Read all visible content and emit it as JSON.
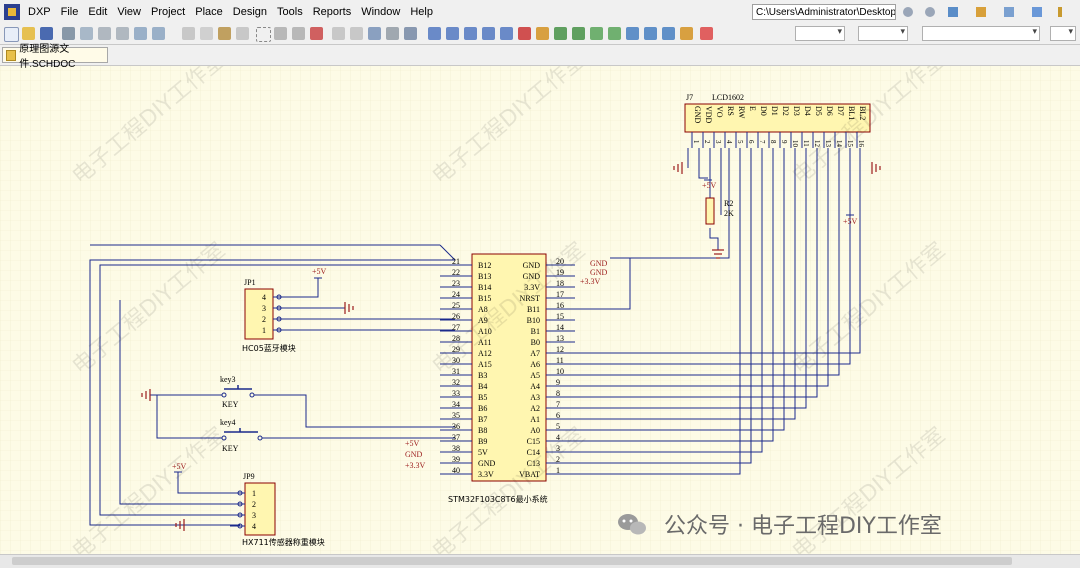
{
  "menu": {
    "items": [
      "DXP",
      "File",
      "Edit",
      "View",
      "Project",
      "Place",
      "Design",
      "Tools",
      "Reports",
      "Window",
      "Help"
    ],
    "path": "C:\\Users\\Administrator\\Desktop"
  },
  "tab": {
    "label": "原理图源文件.SCHDOC"
  },
  "schematic": {
    "j7": {
      "ref": "J7",
      "name": "LCD1602",
      "pins": [
        "GND",
        "VDD",
        "VO",
        "RS",
        "RW",
        "E",
        "D0",
        "D1",
        "D2",
        "D3",
        "D4",
        "D5",
        "D6",
        "D7",
        "BL1",
        "BL2"
      ],
      "nums": [
        "1",
        "2",
        "3",
        "4",
        "5",
        "6",
        "7",
        "8",
        "9",
        "10",
        "11",
        "12",
        "13",
        "14",
        "15",
        "16"
      ]
    },
    "r2": {
      "ref": "R2",
      "value": "2K"
    },
    "power": {
      "p5v": "+5V",
      "gnd": "GND",
      "p33": "+3.3V"
    },
    "jp1": {
      "ref": "JP1",
      "name": "HC05蓝牙模块",
      "pins": [
        "4",
        "3",
        "2",
        "1"
      ]
    },
    "key3": {
      "ref": "key3",
      "name": "KEY"
    },
    "key4": {
      "ref": "key4",
      "name": "KEY"
    },
    "jp9": {
      "ref": "JP9",
      "name": "HX711传感器称重模块",
      "pins": [
        "1",
        "2",
        "3",
        "4"
      ]
    },
    "mcu": {
      "name": "STM32F103C8T6最小系统",
      "left": [
        [
          "21",
          "B12"
        ],
        [
          "22",
          "B13"
        ],
        [
          "23",
          "B14"
        ],
        [
          "24",
          "B15"
        ],
        [
          "25",
          "A8"
        ],
        [
          "26",
          "A9"
        ],
        [
          "27",
          "A10"
        ],
        [
          "28",
          "A11"
        ],
        [
          "29",
          "A12"
        ],
        [
          "30",
          "A15"
        ],
        [
          "31",
          "B3"
        ],
        [
          "32",
          "B4"
        ],
        [
          "33",
          "B5"
        ],
        [
          "34",
          "B6"
        ],
        [
          "35",
          "B7"
        ],
        [
          "36",
          "B8"
        ],
        [
          "37",
          "B9"
        ],
        [
          "38",
          "5V"
        ],
        [
          "39",
          "GND"
        ],
        [
          "40",
          "3.3V"
        ]
      ],
      "right": [
        [
          "20",
          "GND"
        ],
        [
          "19",
          "GND"
        ],
        [
          "18",
          "3.3V"
        ],
        [
          "17",
          "NRST"
        ],
        [
          "16",
          "B11"
        ],
        [
          "15",
          "B10"
        ],
        [
          "14",
          "B1"
        ],
        [
          "13",
          "B0"
        ],
        [
          "12",
          "A7"
        ],
        [
          "11",
          "A6"
        ],
        [
          "10",
          "A5"
        ],
        [
          "9",
          "A4"
        ],
        [
          "8",
          "A3"
        ],
        [
          "7",
          "A2"
        ],
        [
          "6",
          "A1"
        ],
        [
          "5",
          "A0"
        ],
        [
          "4",
          "C15"
        ],
        [
          "3",
          "C14"
        ],
        [
          "2",
          "C13"
        ],
        [
          "1",
          "VBAT"
        ]
      ]
    }
  },
  "watermark": {
    "text": "电子工程DIY工作室",
    "brand": "公众号 · 电子工程DIY工作室"
  },
  "colors": {
    "wire": "#1b2a8c",
    "label": "#9c1c1c",
    "part_fill": "#fff6b0",
    "part_border": "#8b0000",
    "grid": "#efeccb"
  }
}
